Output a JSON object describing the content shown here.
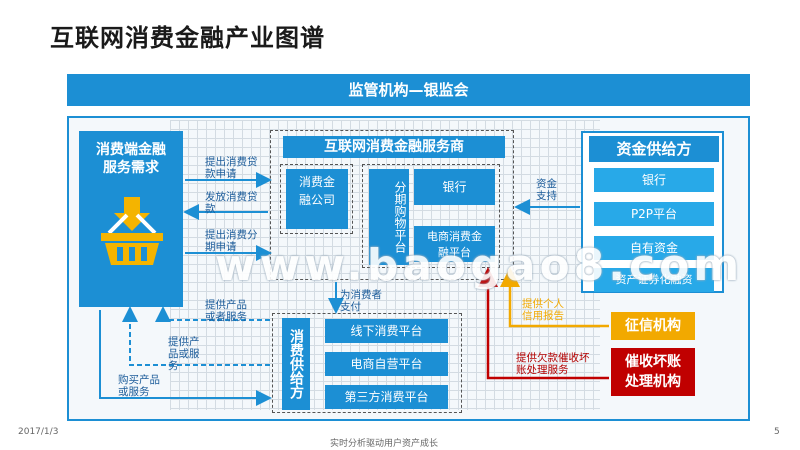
{
  "title": "互联网消费金融产业图谱",
  "banner": "监管机构—银监会",
  "demand": {
    "title": "消费端金融服务需求"
  },
  "service": {
    "title": "互联网消费金融服务商",
    "consumer_finance": "消费金融公司",
    "installment": "分期购物平台",
    "bank": "银行",
    "ecommerce_finance": "电商消费金融平台"
  },
  "funds": {
    "title": "资金供给方",
    "items": [
      "银行",
      "P2P平台",
      "自有资金",
      "资产证券化融资"
    ]
  },
  "supply": {
    "title": "消费供给方",
    "items": [
      "线下消费平台",
      "电商自营平台",
      "第三方消费平台"
    ]
  },
  "credit": "征信机构",
  "collection": "催收坏账处理机构",
  "arrows": {
    "loan_apply": "提出消费贷款申请",
    "loan_issue": "发放消费贷款",
    "installment_apply": "提出消费分期申请",
    "pay_for": "为消费者支付",
    "provide_product": "提供产品或者服务",
    "provide_product2": "提供产品或服务",
    "buy_product": "购买产品或服务",
    "fund_support": "资金支持",
    "credit_info": "提供个人信用报告",
    "bad_debt": "提供欠款催收坏账处理服务"
  },
  "watermark": "www.baogao8.com",
  "footer": {
    "date": "2017/1/3",
    "slogan": "实时分析驱动用户资产成长",
    "page": "5"
  }
}
